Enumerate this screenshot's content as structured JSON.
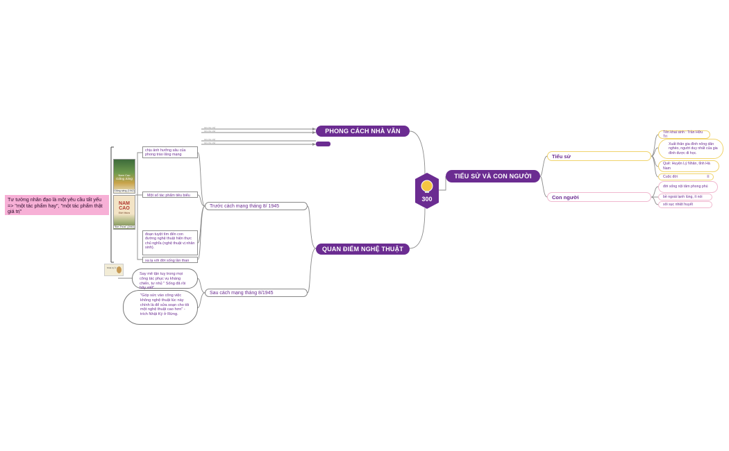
{
  "center": {
    "label": "300",
    "accent": "#6b2c91",
    "icon": "lightbulb-icon"
  },
  "main_topics": {
    "phong_cach": "PHONG CÁCH NHÀ VĂN",
    "tieu_su_con_nguoi": "TIỂU SỬ VÀ CON NGƯỜI",
    "quan_diem": "QUAN ĐIỂM NGHỆ THUẬT"
  },
  "tieu_su": {
    "label": "Tiểu sử",
    "items": [
      "Tên khai sinh : Trần Hữu Tri",
      "Xuất thân gia đình nông dân nghèo, người duy nhất của gia đình được đi học.",
      "Quê: Huyện Lý Nhân, tỉnh Hà Nam",
      "Cuộc đời"
    ]
  },
  "con_nguoi": {
    "label": "Con người",
    "items": [
      "đời sống nội tâm phong phú",
      "bề ngoài lạnh lùng, ít nói",
      "sôi sục nhiệt huyết"
    ]
  },
  "phong_cach_small": [
    "Ghi chú nhỏ",
    "Ghi chú nhỏ",
    "Ghi chú nhỏ",
    "Ghi chú nhỏ"
  ],
  "quan_diem_branches": {
    "truoc": "Trước cách mạng tháng 8/ 1945",
    "sau": "Sau cách mạng tháng 8/1945"
  },
  "truoc_items": {
    "anh_huong": "chịu ảnh hưởng sâu của phong trào lãng mạng",
    "tac_pham": "Một số tác phẩm tiêu biểu",
    "doan_tuyet": "đoạn tuyệt tìm đến con đường nghệ thuật hiện thực chủ nghĩa (nghệ thuật vị nhân sinh).",
    "xa_la": "xa lạ với đời sống lần than"
  },
  "books": [
    {
      "title": "Nam Cao",
      "subtitle": "Giăng Sáng",
      "caption": "Giăng sáng (1942)"
    },
    {
      "title": "NAM CAO",
      "subtitle": "Đời thừa",
      "caption": "\"Đời Thừa\" (1943)"
    }
  ],
  "sau_items": [
    "Say mê tận tuỵ trong mọi công tác phục vụ kháng chiến, tư nhủ \" Sống đã rồi hãy viết\".",
    "\"Góp sức vào công việc không nghệ thuật lúc này chính là để sửa soạn cho tôi một nghệ thuật cao hơn\" - trích Nhật Ký ở Rừng."
  ],
  "sau_image_caption": "Nhật ký ở rừng",
  "summary_note": "Tư tưởng nhân đạo là một yêu cầu tất yếu => \"một tác phẩm hay\", \"một tác phẩm thật giá trị\"",
  "colors": {
    "purple": "#6b2c91",
    "yellow": "#f0d36a",
    "pink": "#f0b8cf",
    "note_pink": "#f7b0d6",
    "line": "#8a8a8a"
  }
}
